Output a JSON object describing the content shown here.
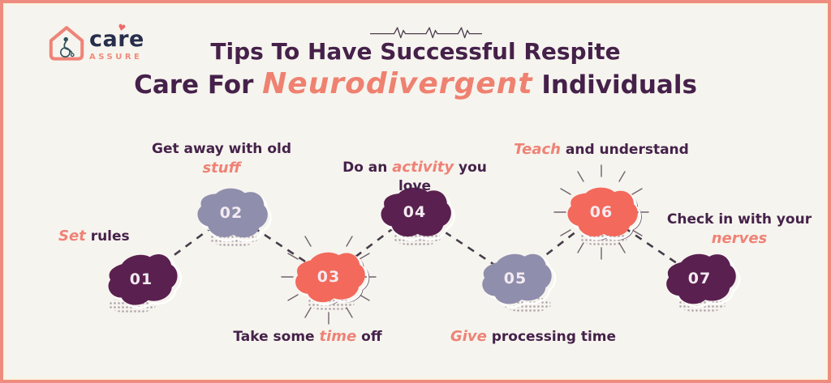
{
  "brand": {
    "name": "care",
    "tagline": "ASSURE",
    "heart": "♥",
    "logo_icon": "house-wheelchair-icon"
  },
  "decor": {
    "pulse_icon": "heartbeat-icon",
    "connector_icon": "dashed-zigzag-line",
    "burst_icon": "burst-lines-icon",
    "shadow_icon": "halftone-dots"
  },
  "title": {
    "line1": "Tips To Have Successful Respite",
    "line2_pre": "Care For ",
    "line2_highlight": "Neurodivergent",
    "line2_post": " Individuals"
  },
  "steps": [
    {
      "number": "01",
      "color": "dark",
      "label_pre": "",
      "label_hl": "Set",
      "label_post": " rules"
    },
    {
      "number": "02",
      "color": "lavender",
      "label_pre": "Get away with old",
      "label_hl": "stuff",
      "label_post": ""
    },
    {
      "number": "03",
      "color": "coral",
      "label_pre": "Take some ",
      "label_hl": "time",
      "label_post": " off"
    },
    {
      "number": "04",
      "color": "dark",
      "label_pre": "Do an ",
      "label_hl": "activity",
      "label_post": " you love"
    },
    {
      "number": "05",
      "color": "lavender",
      "label_pre": "",
      "label_hl": "Give",
      "label_post": " processing time"
    },
    {
      "number": "06",
      "color": "coral",
      "label_pre": "",
      "label_hl": "Teach",
      "label_post": " and understand"
    },
    {
      "number": "07",
      "color": "dark",
      "label_pre": "Check in with your",
      "label_hl": "nerves",
      "label_post": ""
    }
  ],
  "colors": {
    "background": "#f6f4ee",
    "frame_border": "#ee8c80",
    "dark_purple_blob": "#5a2050",
    "lavender_blob": "#8f8ead",
    "coral_blob": "#f3695c",
    "title_purple": "#45214a",
    "label_purple": "#45224a",
    "coral_highlight_text": "#ef8276",
    "brand_navy": "#272e4d",
    "dash_line": "#473c4a"
  }
}
